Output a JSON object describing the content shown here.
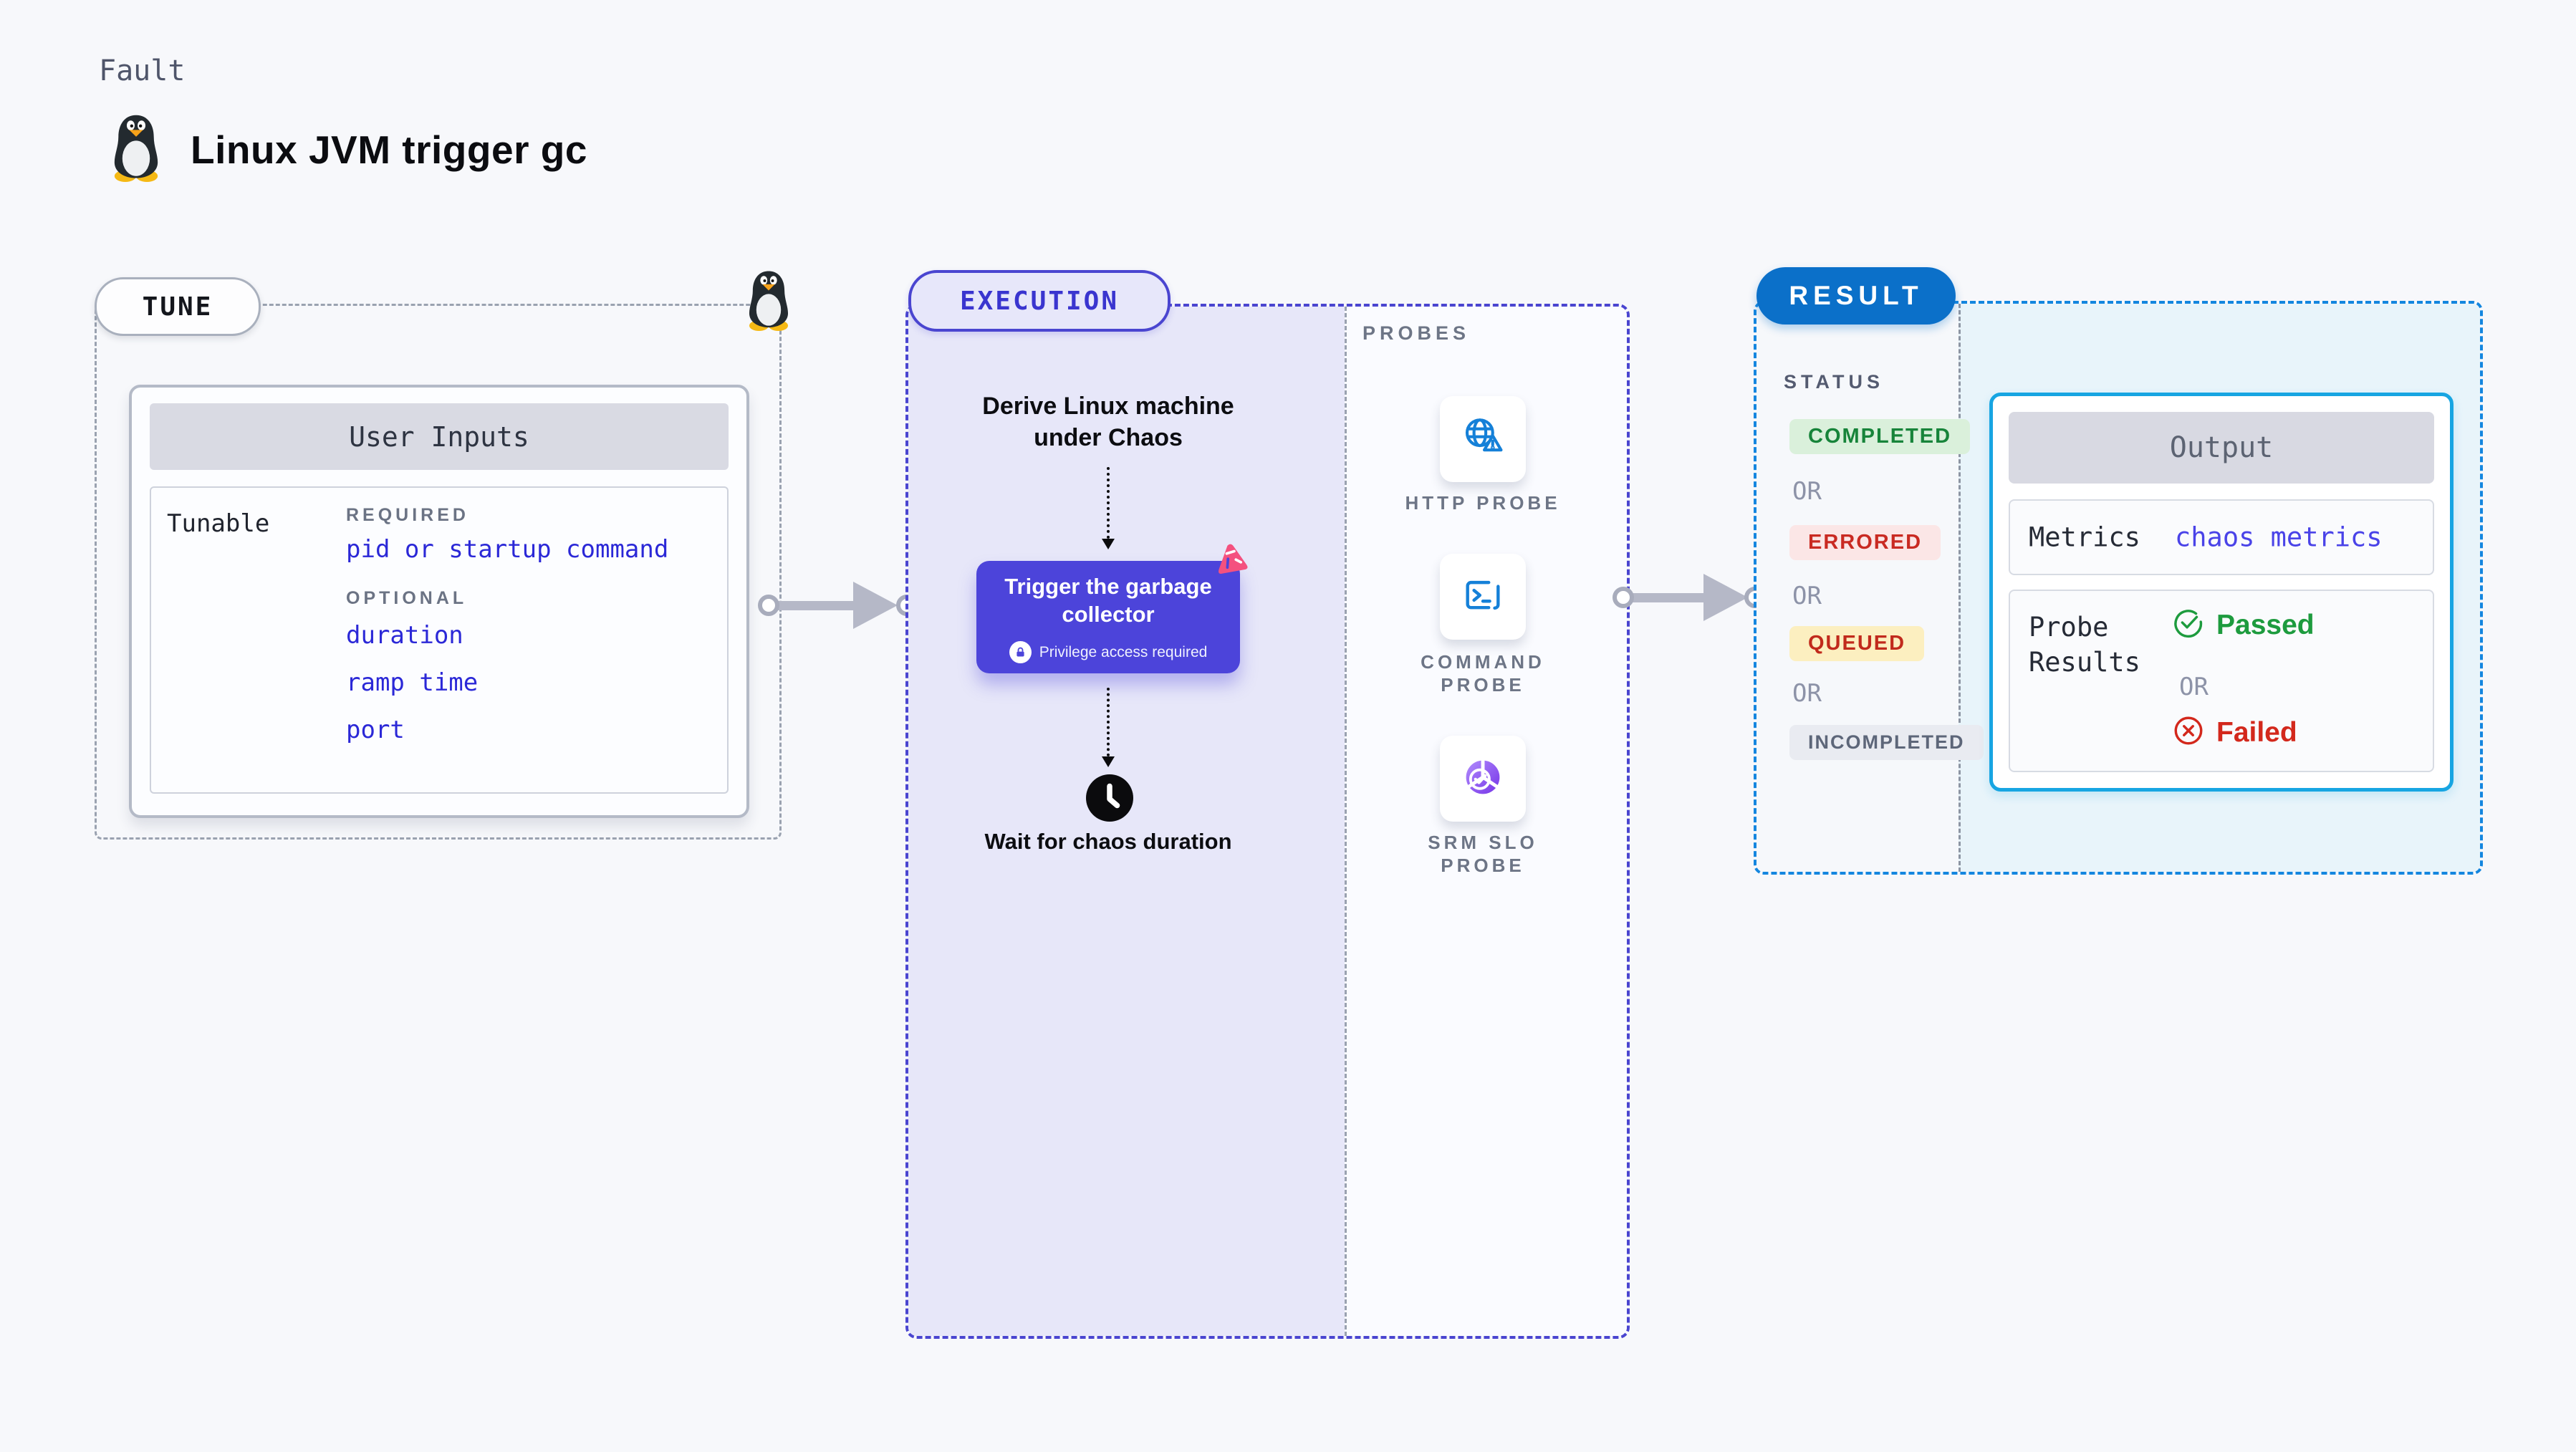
{
  "header": {
    "kicker": "Fault",
    "title": "Linux JVM trigger gc"
  },
  "tune": {
    "label": "TUNE",
    "card_title": "User Inputs",
    "row_label": "Tunable",
    "required_label": "REQUIRED",
    "required_param": "pid or startup command",
    "optional_label": "OPTIONAL",
    "optional_params": [
      "duration",
      "ramp time",
      "port"
    ]
  },
  "execution": {
    "label": "EXECUTION",
    "derive_step": "Derive Linux machine under Chaos",
    "trigger_title": "Trigger the garbage collector",
    "trigger_badge": "Privilege access required",
    "wait_step": "Wait for chaos duration"
  },
  "probes": {
    "label": "PROBES",
    "items": [
      {
        "name": "HTTP PROBE",
        "icon": "http-probe-icon"
      },
      {
        "name": "COMMAND PROBE",
        "icon": "command-probe-icon"
      },
      {
        "name": "SRM SLO PROBE",
        "icon": "srm-slo-probe-icon"
      }
    ]
  },
  "result": {
    "label": "RESULT",
    "status_label": "STATUS",
    "or_label": "OR",
    "badges": [
      {
        "text": "COMPLETED",
        "variant": "green"
      },
      {
        "text": "ERRORED",
        "variant": "red"
      },
      {
        "text": "QUEUED",
        "variant": "yellow"
      },
      {
        "text": "INCOMPLETED",
        "variant": "gray"
      }
    ],
    "output": {
      "title": "Output",
      "metrics_label": "Metrics",
      "metrics_value": "chaos metrics",
      "probe_results_label": "Probe Results",
      "passed_label": "Passed",
      "or_label": "OR",
      "failed_label": "Failed"
    }
  },
  "colors": {
    "page_bg": "#F7F8FB",
    "accent_indigo": "#4C44DA",
    "lavender_bg": "#E7E7F9",
    "result_blue": "#0B70C9",
    "cyan_border": "#17A5E2",
    "light_cyan_bg": "#E8F4FA",
    "link_blue": "#2B28D7",
    "green_text": "#17843A",
    "green_bg": "#DAF0DB",
    "red_text": "#C92A22",
    "red_bg": "#FBE6E6",
    "yellow_bg": "#FCEFC0",
    "gray_badge_bg": "#E9EBF1",
    "pink_accent": "#F4517F",
    "arrow_gray": "#B5B8C7",
    "dash_gray": "#9AA2B0"
  }
}
